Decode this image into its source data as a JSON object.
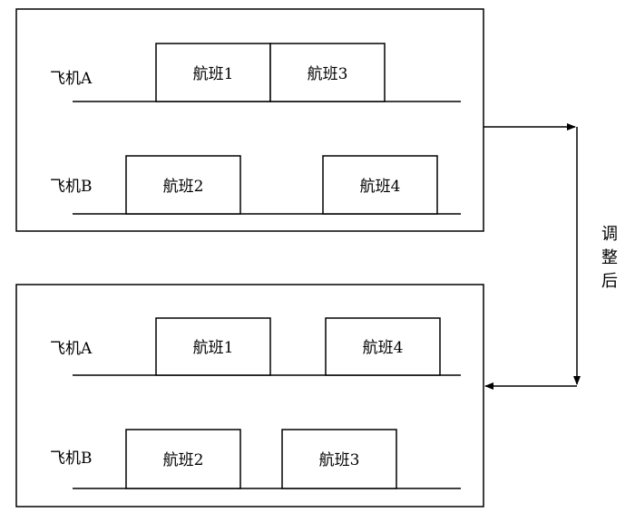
{
  "panels": [
    {
      "rows": [
        {
          "plane": "飞机A",
          "flights": [
            "航班1",
            "航班3"
          ]
        },
        {
          "plane": "飞机B",
          "flights": [
            "航班2",
            "航班4"
          ]
        }
      ]
    },
    {
      "rows": [
        {
          "plane": "飞机A",
          "flights": [
            "航班1",
            "航班4"
          ]
        },
        {
          "plane": "飞机B",
          "flights": [
            "航班2",
            "航班3"
          ]
        }
      ]
    }
  ],
  "arrow": {
    "label_chars": [
      "调",
      "整",
      "后"
    ]
  },
  "colors": {
    "stroke": "#000000",
    "background": "#ffffff"
  }
}
